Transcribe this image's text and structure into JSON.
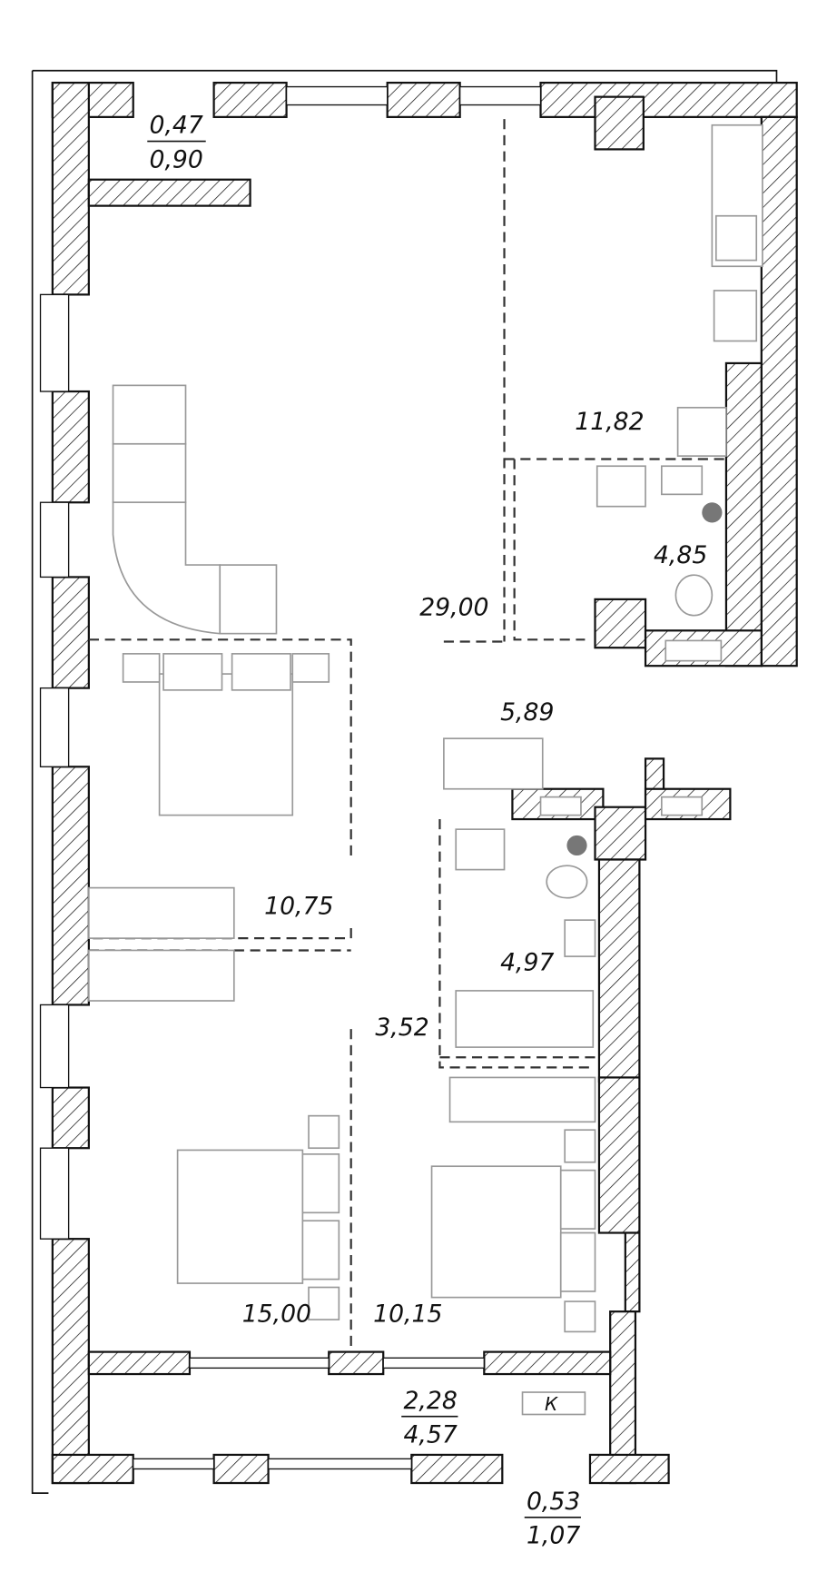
{
  "plan": {
    "rooms": [
      {
        "id": "loggia-top",
        "area": "0,47",
        "area_coef": "0,90"
      },
      {
        "id": "kitchen",
        "area": "11,82"
      },
      {
        "id": "bathroom-1",
        "area": "4,85"
      },
      {
        "id": "living",
        "area": "29,00"
      },
      {
        "id": "hall",
        "area": "5,89"
      },
      {
        "id": "bedroom-1",
        "area": "10,75"
      },
      {
        "id": "bathroom-2",
        "area": "4,97"
      },
      {
        "id": "corridor",
        "area": "3,52"
      },
      {
        "id": "bedroom-2",
        "area": "15,00"
      },
      {
        "id": "bedroom-3",
        "area": "10,15"
      },
      {
        "id": "balcony",
        "area": "2,28",
        "area_coef": "4,57"
      },
      {
        "id": "loggia-bottom",
        "area": "0,53",
        "area_coef": "1,07"
      }
    ],
    "ac_label": "К"
  }
}
